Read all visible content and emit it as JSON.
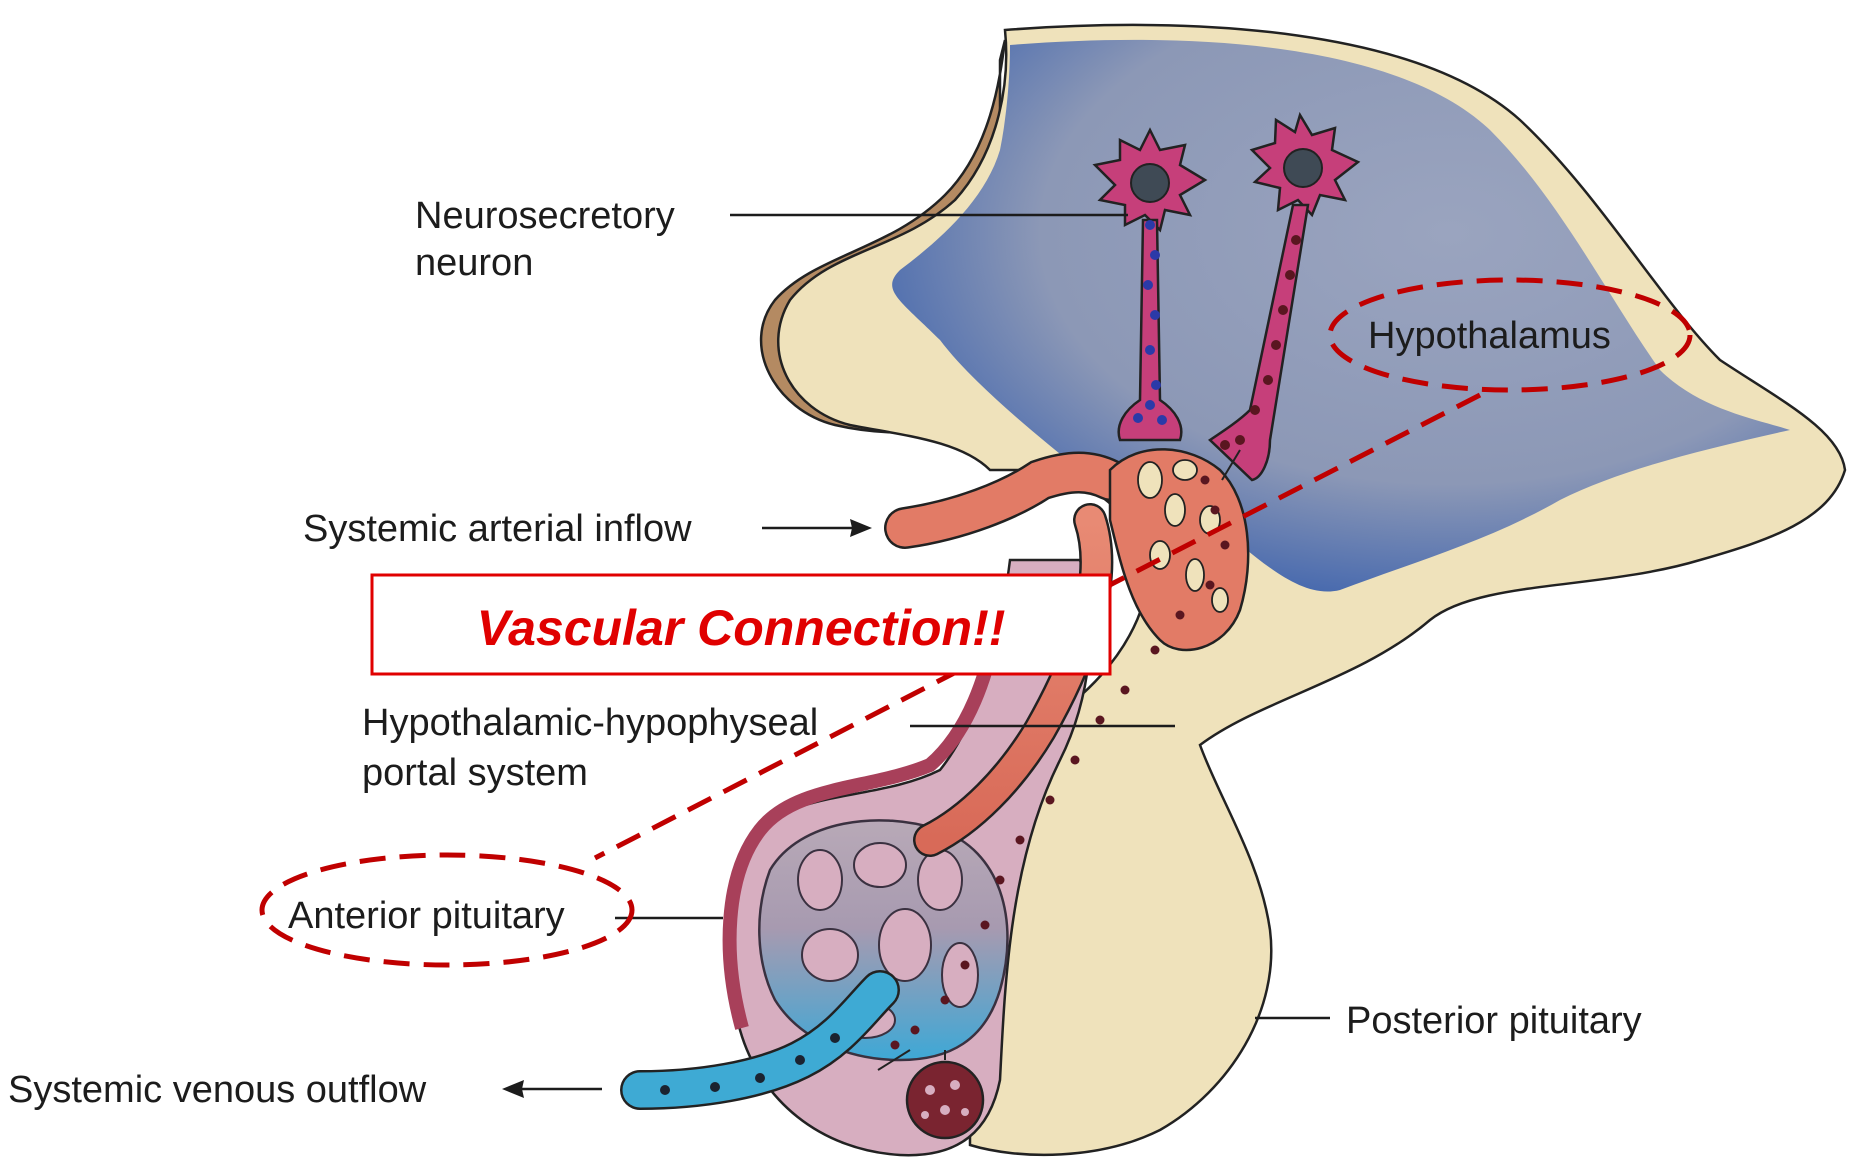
{
  "labels": {
    "neurosecretory_line1": "Neurosecretory",
    "neurosecretory_line2": "neuron",
    "hypothalamus": "Hypothalamus",
    "systemic_arterial_inflow": "Systemic arterial inflow",
    "portal_line1": "Hypothalamic-hypophyseal",
    "portal_line2": "portal system",
    "anterior_pituitary": "Anterior pituitary",
    "posterior_pituitary": "Posterior pituitary",
    "systemic_venous_outflow": "Systemic venous outflow"
  },
  "callout": {
    "text": "Vascular Connection!!"
  },
  "colors": {
    "hypothalamus_tissue": "#8f9cbb",
    "hypothalamus_edge": "#4f6fa8",
    "stalk_tissue": "#efe2bb",
    "neuron": "#c63f7a",
    "neuron_nucleus": "#3f4a55",
    "granule_blue": "#2b3aa8",
    "granule_dark": "#5a1620",
    "arterial_vessel": "#e27b66",
    "venous_vessel": "#3eaad4",
    "anterior_pituitary": "#d7aec0",
    "anterior_pituitary_rim": "#a8405a",
    "callout_red": "#e00000",
    "dashed_red": "#c00000"
  }
}
